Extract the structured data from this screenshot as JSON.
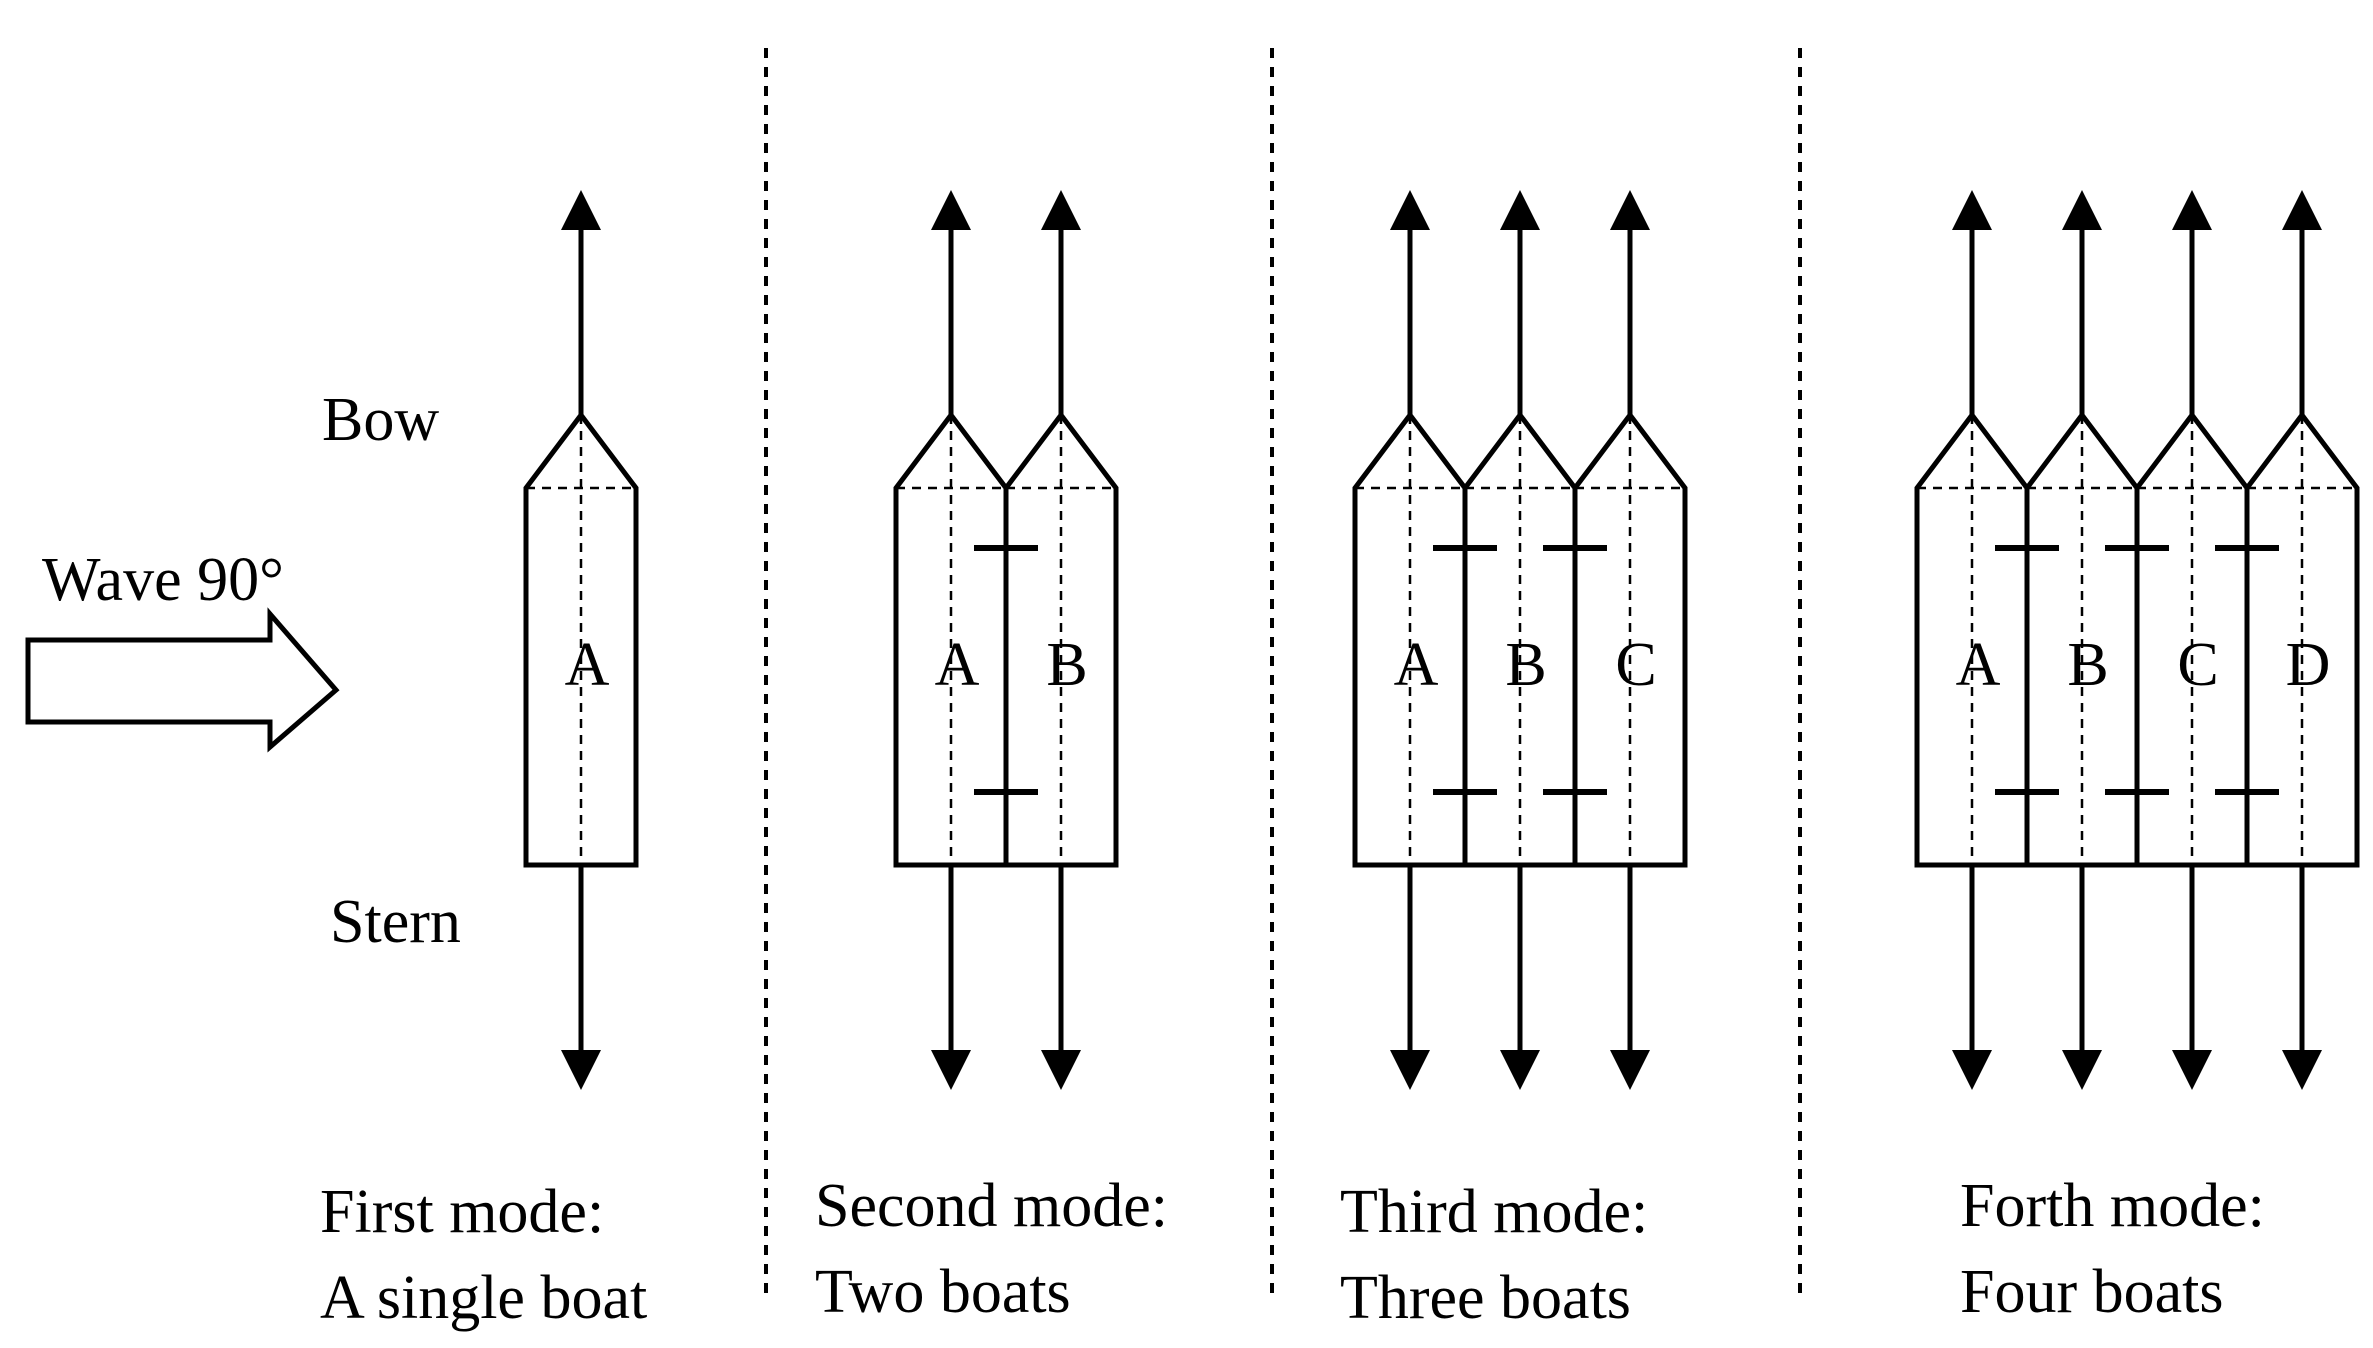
{
  "labels": {
    "bow": "Bow",
    "stern": "Stern",
    "wave": "Wave 90°"
  },
  "modes": [
    {
      "title": "First mode:",
      "subtitle": "A single boat",
      "boats": [
        "A"
      ]
    },
    {
      "title": "Second mode:",
      "subtitle": "Two boats",
      "boats": [
        "A",
        "B"
      ]
    },
    {
      "title": "Third mode:",
      "subtitle": "Three boats",
      "boats": [
        "A",
        "B",
        "C"
      ]
    },
    {
      "title": "Forth mode:",
      "subtitle": "Four boats",
      "boats": [
        "A",
        "B",
        "C",
        "D"
      ]
    }
  ],
  "colors": {
    "stroke": "#000000",
    "background": "#ffffff"
  }
}
